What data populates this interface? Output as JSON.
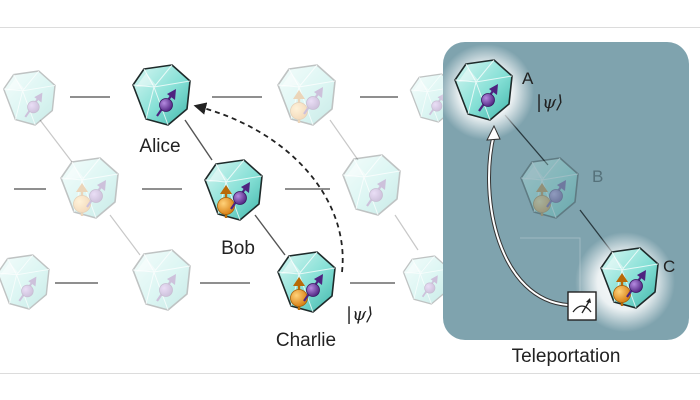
{
  "network": {
    "nodes": [
      {
        "name": "Alice"
      },
      {
        "name": "Bob"
      },
      {
        "name": "Charlie"
      }
    ],
    "state_label": "|ψ⟩"
  },
  "teleport_panel": {
    "title": "Teleportation",
    "node_a": "A",
    "node_b": "B",
    "node_c": "C",
    "state_label": "|ψ⟩",
    "panel_color": "#7fa3ae"
  },
  "colors": {
    "crystal": "#7fe0d4",
    "electron_spin": "#6a3a9a",
    "nuclear_spin": "#e2961e"
  }
}
